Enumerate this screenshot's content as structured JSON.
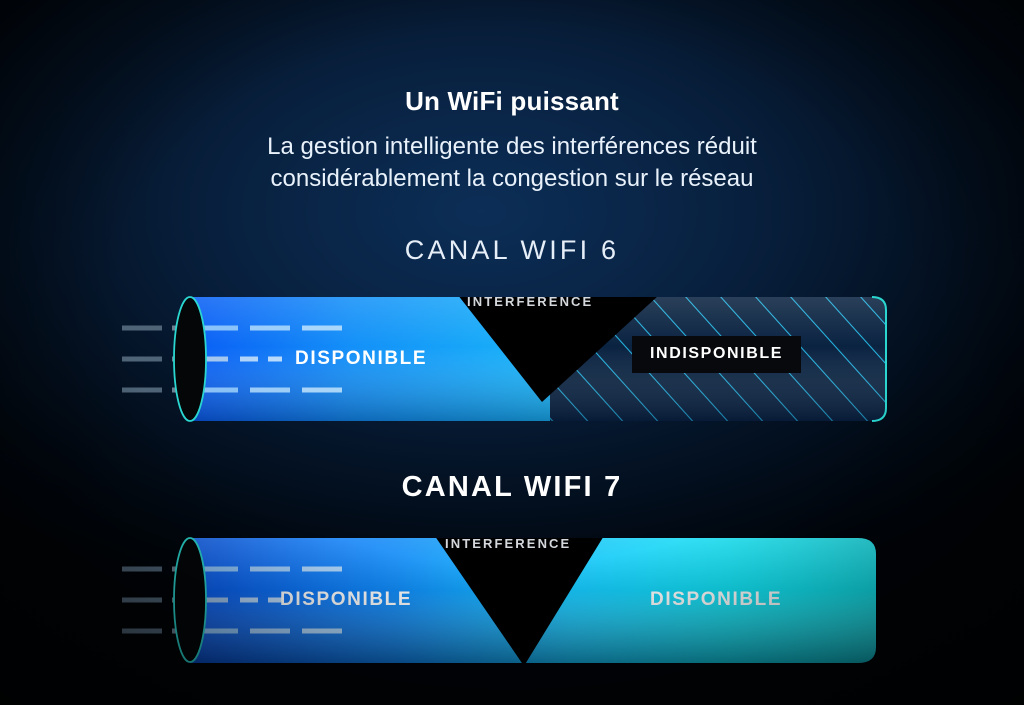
{
  "background": {
    "base_color": "#000307",
    "glow_color": "#0c2e57"
  },
  "header": {
    "title": "Un WiFi puissant",
    "subtitle_line1": "La gestion intelligente des interférences réduit",
    "subtitle_line2": "considérablement la congestion sur le réseau"
  },
  "diagram": {
    "channels": [
      {
        "id": "wifi6",
        "title": "CANAL WIFI 6",
        "title_style": "light",
        "segments": [
          {
            "kind": "available",
            "label": "DISPONIBLE"
          },
          {
            "kind": "interference",
            "label": "INTERFERENCE"
          },
          {
            "kind": "unavailable",
            "label": "INDISPONIBLE"
          }
        ]
      },
      {
        "id": "wifi7",
        "title": "CANAL WIFI 7",
        "title_style": "bold",
        "segments": [
          {
            "kind": "available",
            "label": "DISPONIBLE"
          },
          {
            "kind": "interference",
            "label": "INTERFERENCE"
          },
          {
            "kind": "available",
            "label": "DISPONIBLE"
          }
        ]
      }
    ],
    "colors": {
      "blue_start": "#0b63f6",
      "blue_mid": "#15a6f8",
      "cyan": "#12e9f5",
      "hatch_line": "#1fb6e0",
      "hatch_bg": "#0a2240",
      "interference_fill": "#000000",
      "cap_stroke": "#2ad6cf",
      "flow_line": "#7f93a8"
    }
  }
}
